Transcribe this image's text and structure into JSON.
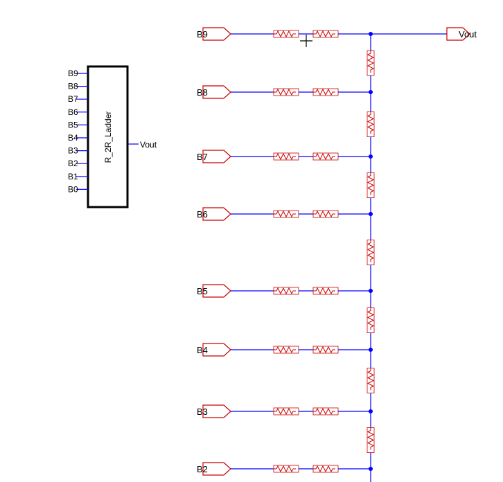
{
  "symbol": {
    "name": "R_2R_Ladder",
    "inputs": [
      "B9",
      "B8",
      "B7",
      "B6",
      "B5",
      "B4",
      "B3",
      "B2",
      "B1",
      "B0"
    ],
    "output": "Vout"
  },
  "ladder": {
    "inputs": [
      "B9",
      "B8",
      "B7",
      "B6",
      "B5",
      "B4",
      "B3",
      "B2"
    ],
    "output": "Vout"
  }
}
